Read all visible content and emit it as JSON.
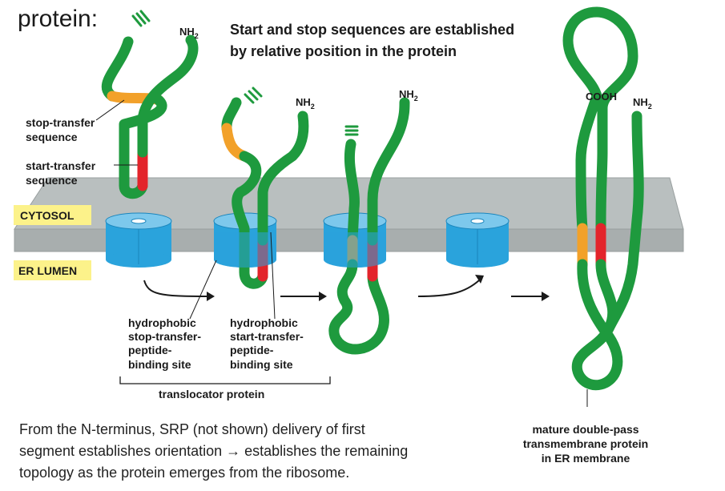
{
  "slide": {
    "title": "protein:",
    "heading_lines": [
      "Start and stop sequences are established",
      "by relative position in the protein"
    ],
    "caption_lines": [
      "From the N-terminus, SRP (not shown) delivery of first",
      "segment establishes orientation → establishes the remaining",
      "topology as the protein emerges from the ribosome."
    ]
  },
  "diagram": {
    "compartments": {
      "cytosol": "CYTOSOL",
      "er_lumen": "ER LUMEN"
    },
    "labels": {
      "stop_transfer_sequence": [
        "stop-transfer",
        "sequence"
      ],
      "start_transfer_sequence": [
        "start-transfer",
        "sequence"
      ],
      "stop_site": [
        "hydrophobic",
        "stop-transfer-",
        "peptide-",
        "binding site"
      ],
      "start_site": [
        "hydrophobic",
        "start-transfer-",
        "peptide-",
        "binding site"
      ],
      "translocator": "translocator protein",
      "mature_protein": [
        "mature double-pass",
        "transmembrane protein",
        "in ER membrane"
      ]
    },
    "termini": {
      "nh": "NH",
      "nh_sub": "2",
      "cooh": "COOH"
    },
    "colors": {
      "chain": "#1e9a3e",
      "stop_transfer": "#f2a12a",
      "start_transfer": "#e3242b",
      "membrane": "#b8bebe",
      "translocator": "#2aa3dc",
      "compartment_label": "#fcf28a"
    }
  }
}
